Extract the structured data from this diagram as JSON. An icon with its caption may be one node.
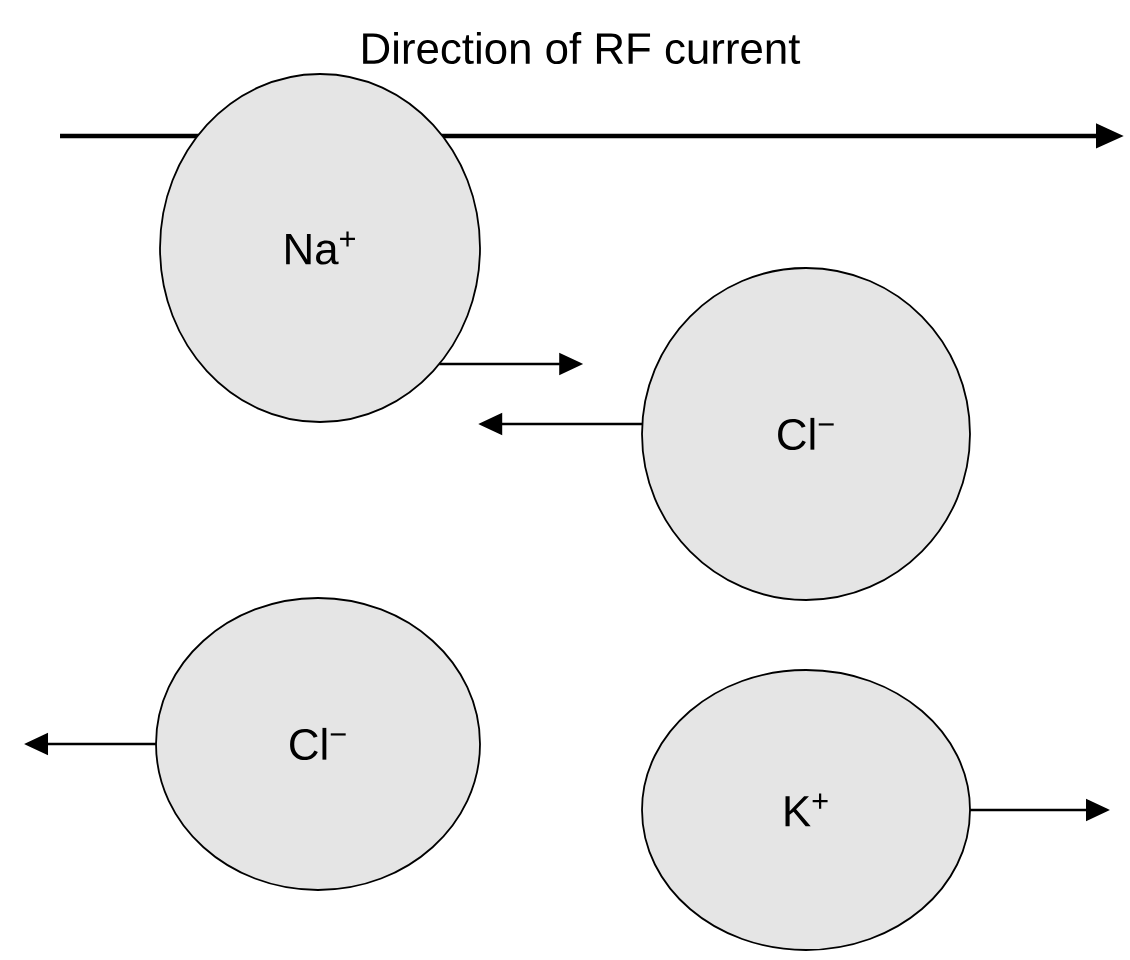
{
  "diagram": {
    "nodes": [
      {
        "text": [
          "Na$^{+}$"
        ]
      },
      {
        "text": [
          "Cl$^{−}$"
        ]
      },
      {
        "text": [
          "Cl$^{−}$"
        ]
      },
      {
        "text": [
          "K$^{+}$"
        ]
      }
    ],
    "edges": [
      {
        "from": 0,
        "to": null,
        "arrow": "to"
      },
      {
        "from": 1,
        "to": null,
        "arrow": "to"
      },
      {
        "from": 2,
        "to": null,
        "arrow": "to"
      },
      {
        "from": 3,
        "to": null,
        "arrow": "to"
      }
    ],
    "labels": [
      "Direction of RF current"
    ]
  }
}
